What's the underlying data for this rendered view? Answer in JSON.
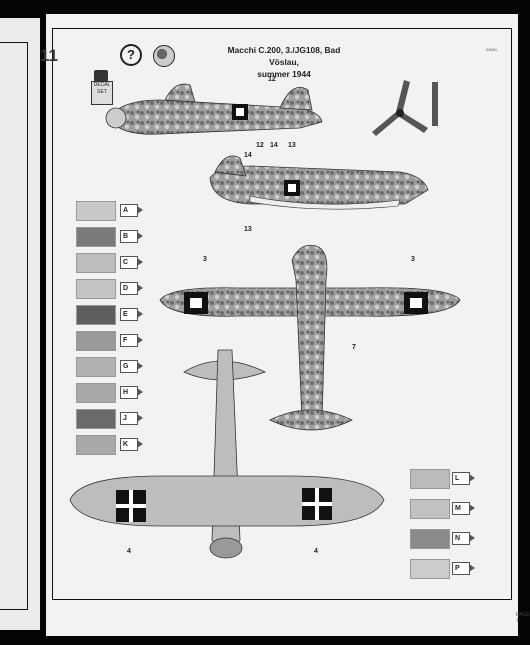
{
  "header": {
    "step_number": "11",
    "help_symbol": "?",
    "decal_label": "DECAL SET",
    "title_line1": "Macchi C.200, 3./JG108, Bad Vöslau,",
    "title_line2": "summer 1944",
    "page_code": "04681",
    "page_footer": "PAGE 7"
  },
  "colors": {
    "A": "#c8c8c8",
    "B": "#7a7a7a",
    "C": "#bdbdbd",
    "D": "#c4c4c4",
    "E": "#5e5e5e",
    "F": "#9a9a9a",
    "G": "#b0b0b0",
    "H": "#a8a8a8",
    "J": "#6a6a6a",
    "K": "#a9a9a9",
    "L": "#bbbbbb",
    "M": "#c2c2c2",
    "N": "#8a8a8a",
    "P": "#cccccc"
  },
  "legend_left": [
    "A",
    "B",
    "C",
    "D",
    "E",
    "F",
    "G",
    "H",
    "J",
    "K"
  ],
  "legend_right": [
    "L",
    "M",
    "N",
    "P"
  ],
  "callouts": {
    "numbers": [
      "12",
      "14",
      "13",
      "12",
      "14",
      "13",
      "3",
      "3",
      "7",
      "4",
      "4"
    ]
  }
}
